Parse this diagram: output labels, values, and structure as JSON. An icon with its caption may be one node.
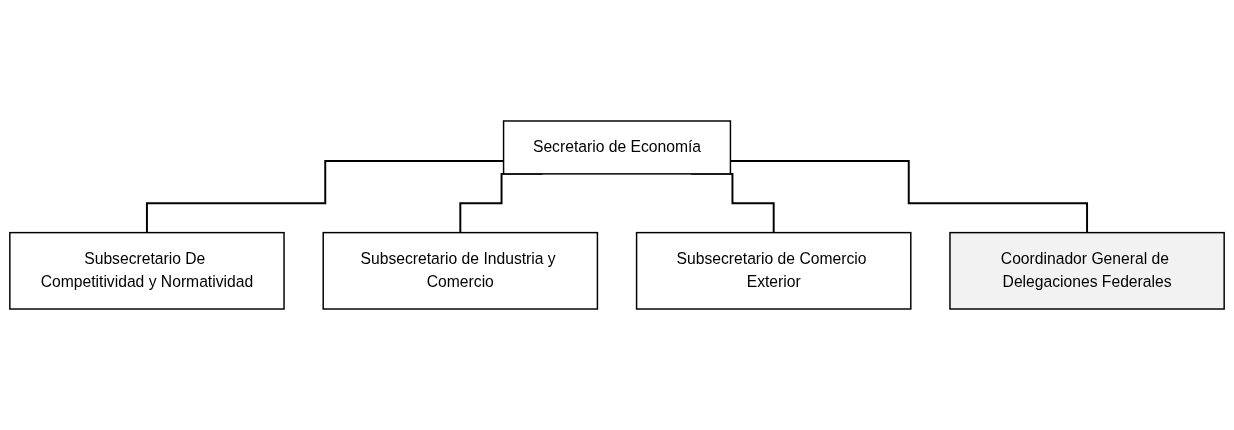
{
  "diagram": {
    "nodes": [
      {
        "text": [
          "Secretario de Economía"
        ]
      },
      {
        "text": [
          "Subsecretario De Competitividad y Normatividad"
        ]
      },
      {
        "text": [
          "Subsecretario de Industria y Comercio"
        ]
      },
      {
        "text": [
          "Subsecretario de Comercio Exterior"
        ]
      },
      {
        "text": [
          "Coordinador General de Delegaciones Federales"
        ]
      }
    ],
    "edges": [
      {
        "from": 0,
        "to": 1,
        "arrow": "none"
      },
      {
        "from": 0,
        "to": 2,
        "arrow": "none"
      },
      {
        "from": 0,
        "to": 3,
        "arrow": "none"
      },
      {
        "from": 0,
        "to": 4,
        "arrow": "none"
      }
    ]
  }
}
